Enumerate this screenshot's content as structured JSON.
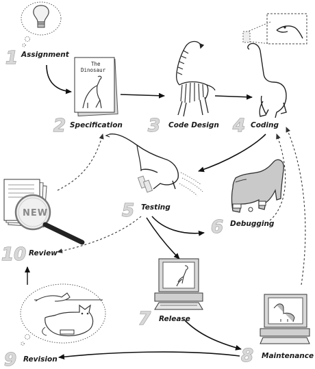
{
  "title": "",
  "steps": [
    {
      "number": "1",
      "label": "Assignment"
    },
    {
      "number": "2",
      "label": "Specification"
    },
    {
      "number": "3",
      "label": "Code Design"
    },
    {
      "number": "4",
      "label": "Coding"
    },
    {
      "number": "5",
      "label": "Testing"
    },
    {
      "number": "6",
      "label": "Debugging"
    },
    {
      "number": "7",
      "label": "Release"
    },
    {
      "number": "8",
      "label": "Maintenance"
    },
    {
      "number": "9",
      "label": "Revision"
    },
    {
      "number": "10",
      "label": "Review"
    }
  ],
  "document_title": "The Dinosaur",
  "review_stamp": "NEW",
  "icons": [
    "lightbulb-icon",
    "document-icon",
    "skeleton-icon",
    "dinosaur-icon",
    "magnifier-icon",
    "computer-icon",
    "cat-icon"
  ]
}
